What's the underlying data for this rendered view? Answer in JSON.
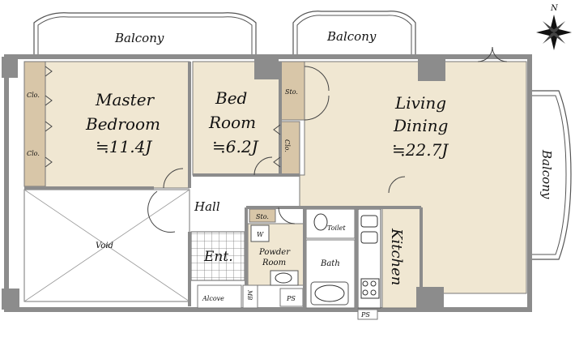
{
  "compass": {
    "north_label": "N"
  },
  "balconies": {
    "top_left": "Balcony",
    "top_right": "Balcony",
    "right": "Balcony"
  },
  "rooms": {
    "master_bedroom": {
      "line1": "Master",
      "line2": "Bedroom",
      "area": "≒11.4J"
    },
    "bed_room": {
      "line1": "Bed",
      "line2": "Room",
      "area": "≒6.2J"
    },
    "living_dining": {
      "line1": "Living",
      "line2": "Dining",
      "area": "≒22.7J"
    },
    "kitchen": "Kitchen",
    "hall": "Hall",
    "void": "Void",
    "entrance": "Ent.",
    "powder_room": {
      "line1": "Powder",
      "line2": "Room"
    },
    "bath": "Bath",
    "toilet": "Toilet",
    "alcove": "Alcove",
    "mb": "MB",
    "ps_left": "PS",
    "ps_bottom": "PS",
    "washer": "W",
    "storage_hall": "Sto.",
    "storage_living": "Sto.",
    "closet_1": "Clo.",
    "closet_2": "Clo.",
    "closet_bed": "Clo."
  },
  "colors": {
    "wall": "#8c8c8c",
    "closet": "#d8c6a8",
    "room": "#f0e7d2",
    "void": "#ffffff",
    "tile": "#ffffff"
  }
}
